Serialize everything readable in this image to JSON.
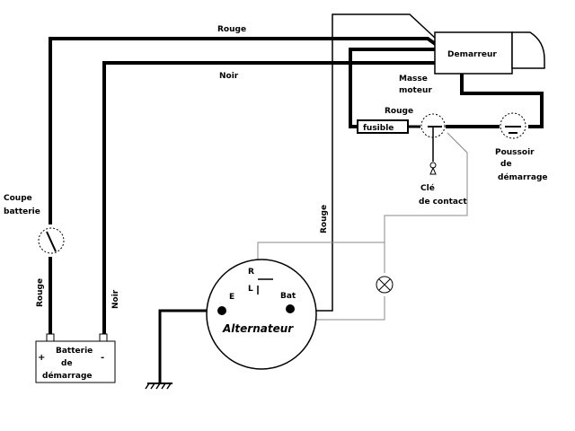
{
  "labels": {
    "rouge_top": "Rouge",
    "noir_top": "Noir",
    "demarreur": "Demarreur",
    "masse_moteur_1": "Masse",
    "masse_moteur_2": "moteur",
    "rouge_fusible": "Rouge",
    "fusible": "fusible",
    "poussoir_1": "Poussoir",
    "poussoir_2": "de",
    "poussoir_3": "démarrage",
    "cle_1": "Clé",
    "cle_2": "de contact",
    "coupe_1": "Coupe",
    "coupe_2": "batterie",
    "rouge_left": "Rouge",
    "noir_left": "Noir",
    "rouge_vertical": "Rouge",
    "batterie_1": "Batterie",
    "batterie_2": "de",
    "batterie_3": "démarrage",
    "plus": "+",
    "minus": "-",
    "alt_r": "R",
    "alt_l": "L",
    "alt_e": "E",
    "alt_bat": "Bat",
    "alternateur": "Alternateur"
  },
  "colors": {
    "wire": "#000000",
    "thin_wire": "#888888",
    "background": "#ffffff"
  }
}
